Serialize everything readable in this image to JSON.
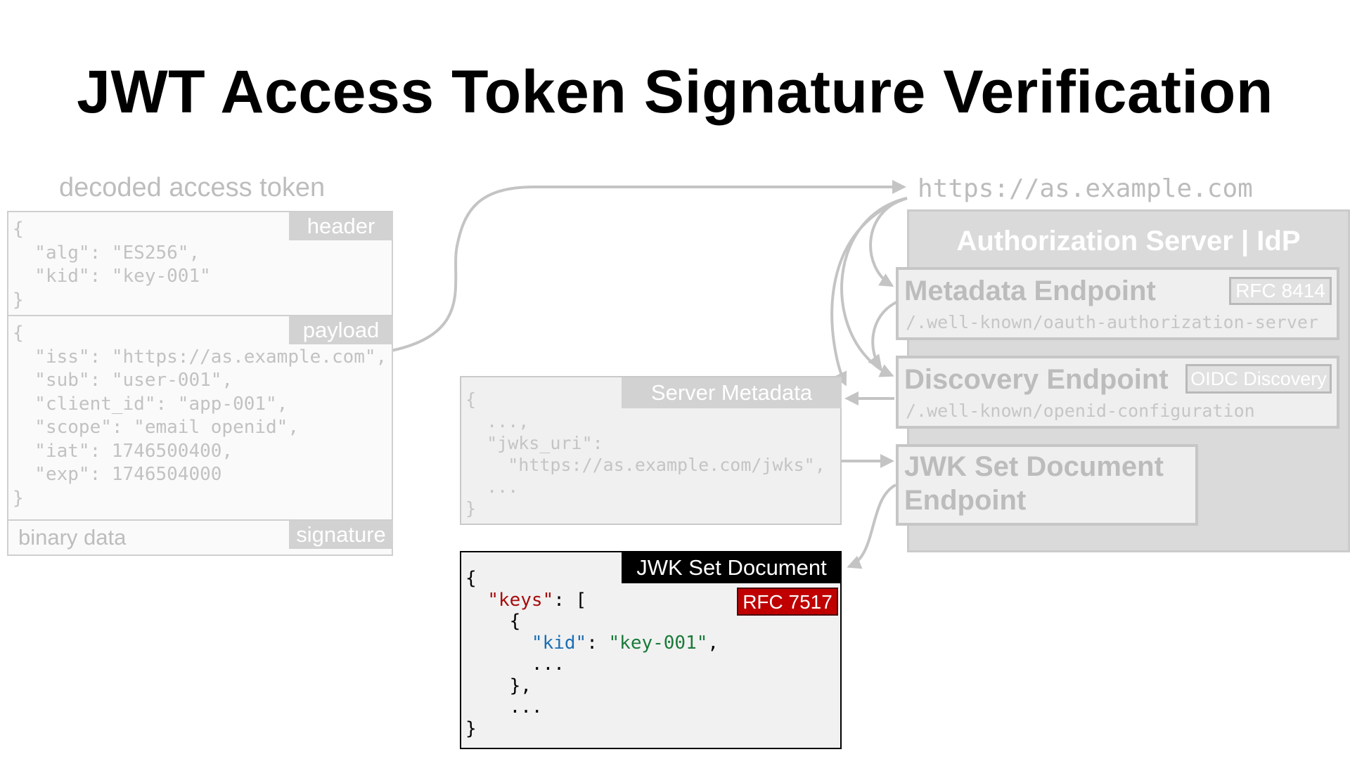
{
  "title": "JWT Access Token Signature Verification",
  "token": {
    "caption": "decoded access token",
    "header_tag": "header",
    "header_lines": [
      "{",
      "  \"alg\": \"ES256\",",
      "  \"kid\": \"key-001\"",
      "}"
    ],
    "payload_tag": "payload",
    "payload_lines": [
      "{",
      "  \"iss\": \"https://as.example.com\",",
      "  \"sub\": \"user-001\",",
      "  \"client_id\": \"app-001\",",
      "  \"scope\": \"email openid\",",
      "  \"iat\": 1746500400,",
      "  \"exp\": 1746504000",
      "}"
    ],
    "signature_tag": "signature",
    "signature_text": "binary data"
  },
  "issuer_url": "https://as.example.com",
  "server": {
    "title": "Authorization Server | IdP",
    "metadata": {
      "title": "Metadata Endpoint",
      "badge": "RFC 8414",
      "path": "/.well-known/oauth-authorization-server"
    },
    "discovery": {
      "title": "Discovery Endpoint",
      "badge": "OIDC Discovery",
      "path": "/.well-known/openid-configuration"
    },
    "jwks_endpoint": {
      "title_line1": "JWK Set Document",
      "title_line2": "Endpoint"
    }
  },
  "server_metadata": {
    "tag": "Server Metadata",
    "lines": [
      "{",
      "  ...,",
      "  \"jwks_uri\":",
      "    \"https://as.example.com/jwks\",",
      "  ...",
      "}"
    ]
  },
  "jwk_set": {
    "tag": "JWK Set Document",
    "badge": "RFC 7517",
    "open_brace": "{",
    "keys_key": "\"keys\"",
    "keys_rest": ": [",
    "obj_open": "    {",
    "kid_key": "\"kid\"",
    "colon": ": ",
    "kid_value": "\"key-001\"",
    "comma": ",",
    "ellipsis_inner": "      ...",
    "obj_close": "    },",
    "ellipsis_outer": "    ...",
    "close_brace": "}"
  },
  "colors": {
    "ghost_text": "#bdbdbd",
    "jwks_tag_bg": "#000000",
    "rfc7517_badge_bg": "#c00000",
    "key_red": "#a80c0c",
    "key_blue": "#1c6fb3",
    "value_green": "#1a7a3a"
  }
}
